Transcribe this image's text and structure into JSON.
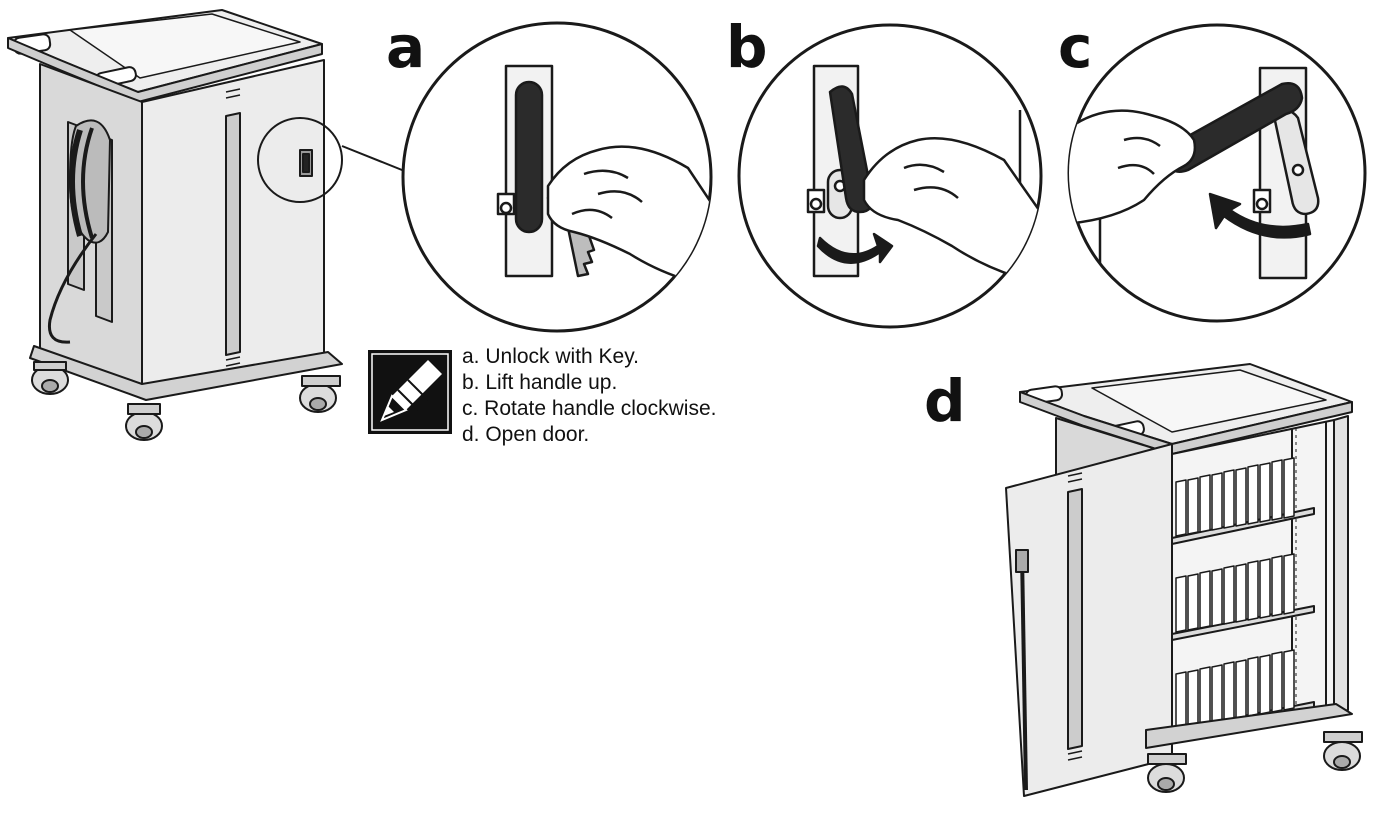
{
  "steps": {
    "a": {
      "letter": "a",
      "text": "a. Unlock with Key."
    },
    "b": {
      "letter": "b",
      "text": "b. Lift handle up."
    },
    "c": {
      "letter": "c",
      "text": "c. Rotate handle clockwise."
    },
    "d": {
      "letter": "d",
      "text": "d. Open door."
    }
  },
  "icons": {
    "note": "pencil-note-icon",
    "key": "key-icon",
    "arrow": "curved-arrow-icon"
  },
  "colors": {
    "line": "#1a1a1a",
    "cart_body": "#e9e9e9",
    "cart_side": "#d6d6d6",
    "handle": "#2b2b2b",
    "skin": "#ffffff"
  }
}
